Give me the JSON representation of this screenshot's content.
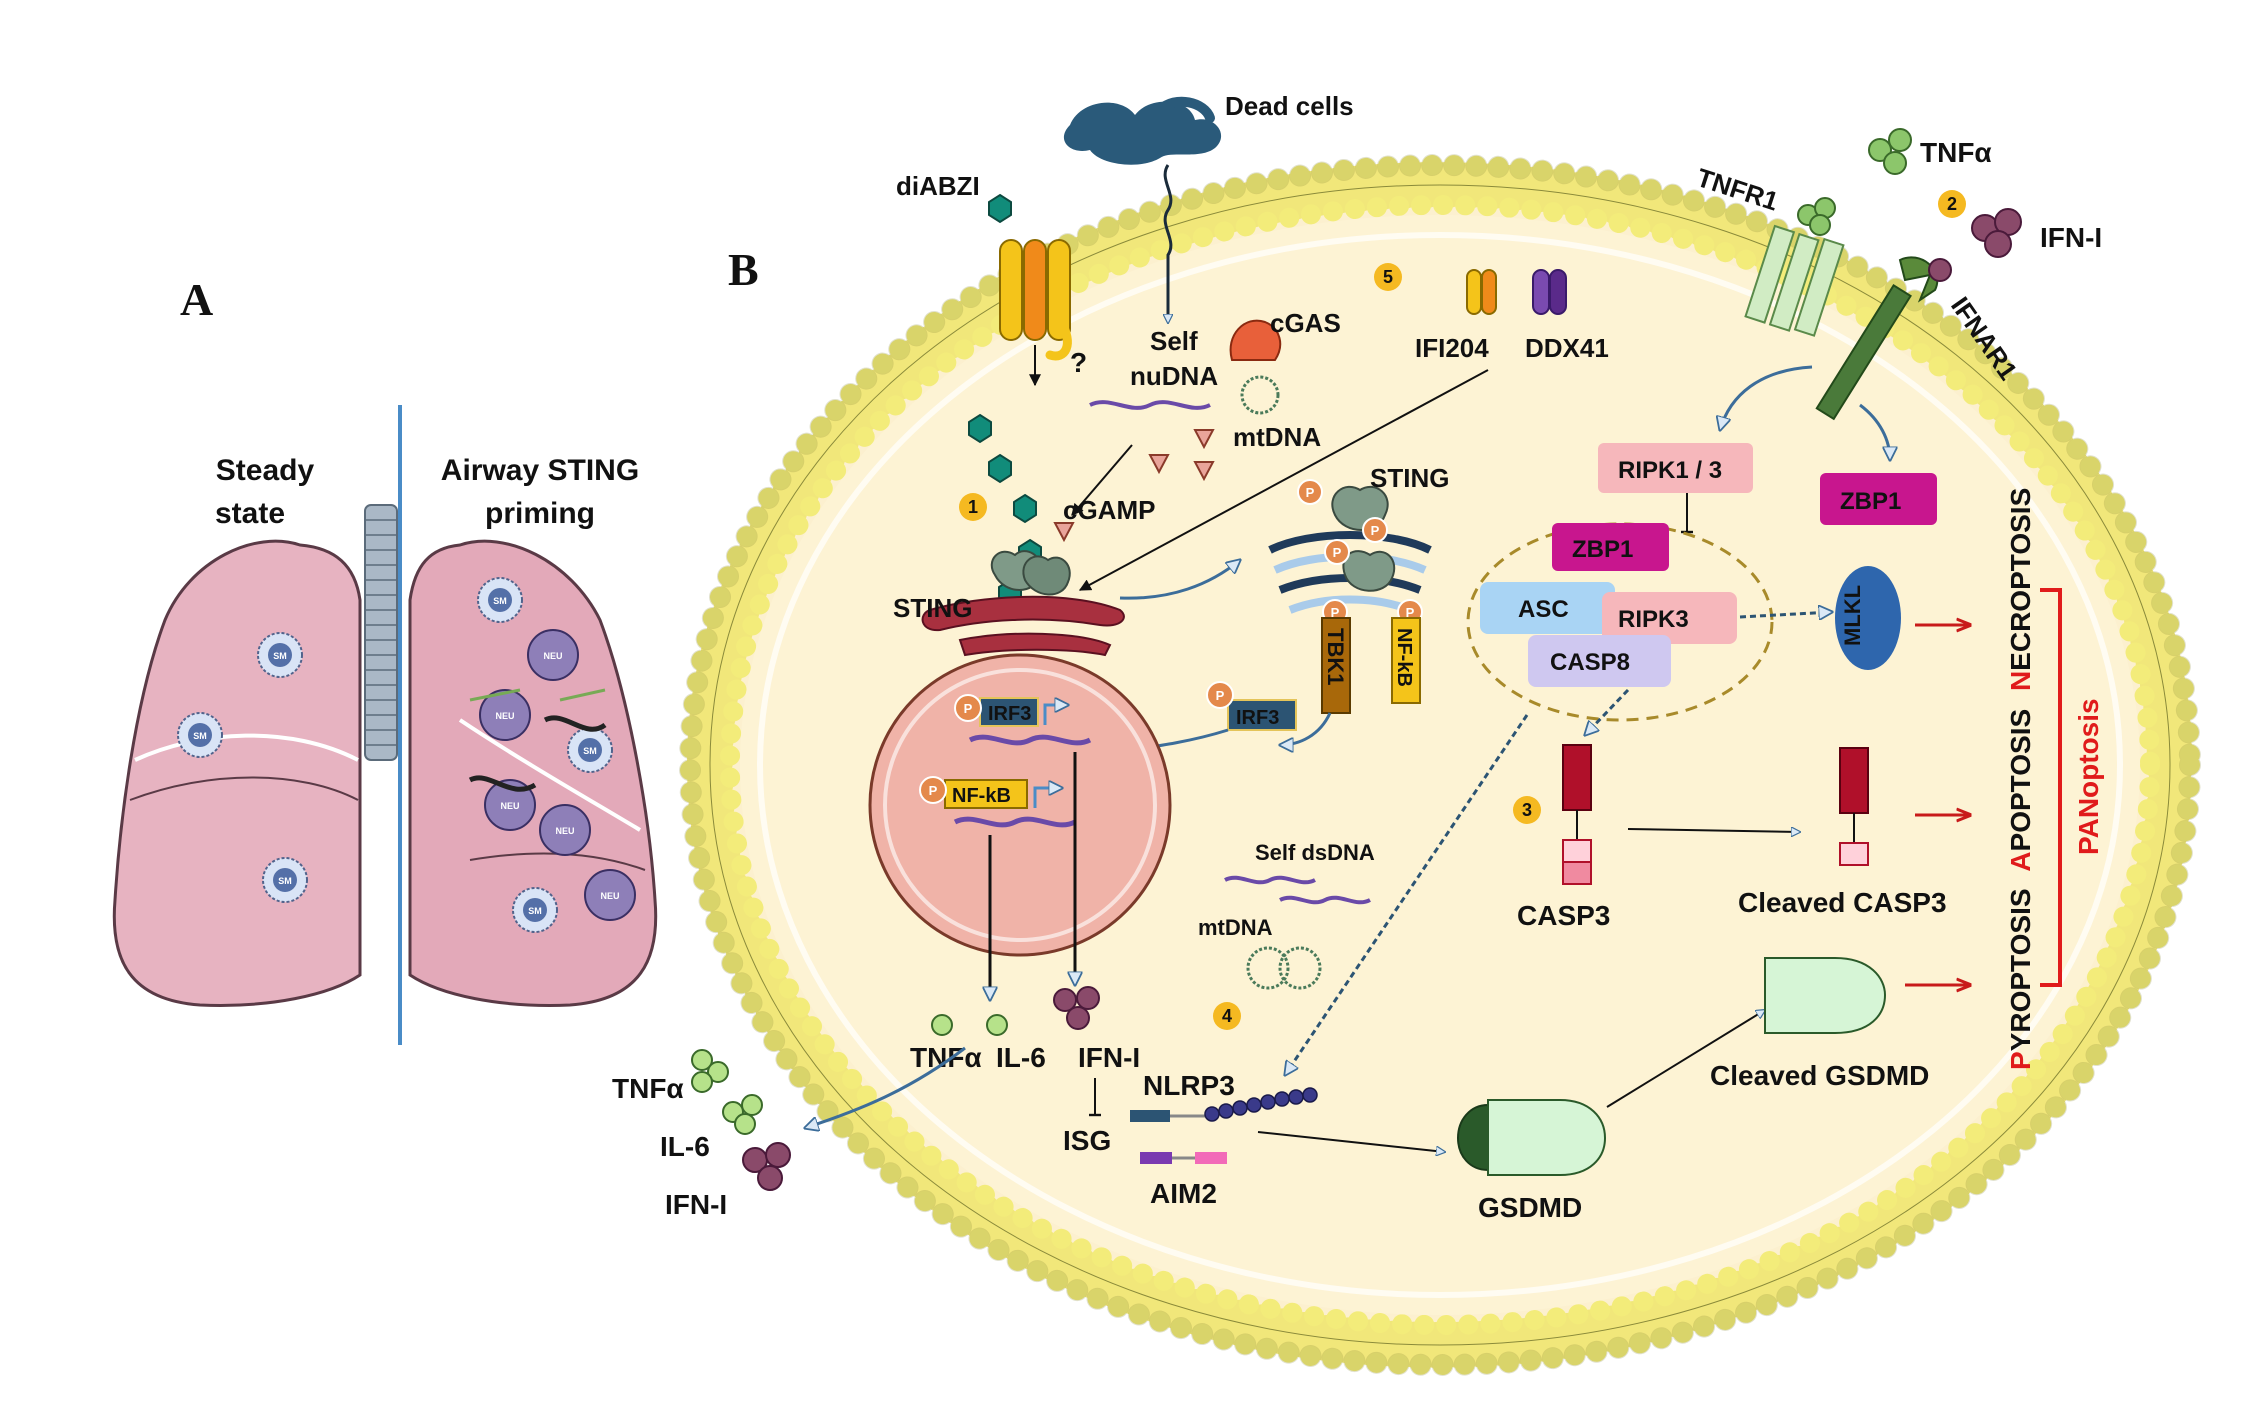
{
  "panels": {
    "a": "A",
    "b": "B"
  },
  "lung": {
    "left_title_1": "Steady",
    "left_title_2": "state",
    "right_title_1": "Airway STING",
    "right_title_2": "priming",
    "sm_label": "SM",
    "neu_label": "NEU"
  },
  "membrane": {
    "dead_cells": "Dead cells",
    "diabzi": "diABZI",
    "question": "?",
    "tnfr1": "TNFR1",
    "ifnar1": "IFNAR1",
    "tnfa_out": "TNFα",
    "ifni_out": "IFN-I"
  },
  "steps": [
    "1",
    "2",
    "3",
    "4",
    "5"
  ],
  "sensors": {
    "self": "Self",
    "nudna": "nuDNA",
    "cgas": "cGAS",
    "mtdna": "mtDNA",
    "cgamp": "cGAMP",
    "ifi204": "IFI204",
    "ddx41": "DDX41",
    "sting_er": "STING",
    "sting_golgi": "STING",
    "tbk1": "TBK1",
    "nfkb_vertical": "NF-kB",
    "p": "P",
    "irf3": "IRF3",
    "nfkb": "NF-kB",
    "self_dsdna": "Self dsDNA",
    "mtdna2": "mtDNA"
  },
  "outputs": {
    "tnfa": "TNFα",
    "il6": "IL-6",
    "ifni": "IFN-I",
    "isg": "ISG",
    "ext_tnfa": "TNFα",
    "ext_il6": "IL-6",
    "ext_ifni": "IFN-I"
  },
  "death": {
    "ripk13": "RIPK1 / 3",
    "zbp1_a": "ZBP1",
    "zbp1_b": "ZBP1",
    "asc": "ASC",
    "ripk3": "RIPK3",
    "casp8": "CASP8",
    "mlkl": "MLKL",
    "casp3": "CASP3",
    "cleaved_casp3": "Cleaved CASP3",
    "nlrp3": "NLRP3",
    "aim2": "AIM2",
    "gsdmd": "GSDMD",
    "cleaved_gsdmd": "Cleaved GSDMD",
    "necroptosis_initial": "N",
    "necroptosis_rest": "ECROPTOSIS",
    "apoptosis_initial": "A",
    "apoptosis_rest": "POPTOSIS",
    "pyroptosis_initial": "P",
    "pyroptosis_rest": "YROPTOSIS",
    "pan_initial": "PAN",
    "pan_rest": "optosis"
  },
  "colors": {
    "membrane_head": "#f3ec7a",
    "cytoplasm": "#fdf3d4",
    "nucleus": "#f0b3a8",
    "sting": "#7f9a88",
    "er": "#a8303f",
    "irf3_box": "#2c5473",
    "p_circle": "#e4894b",
    "ripk": "#f6b7bb",
    "zbp1": "#c8168e",
    "asc": "#a9d4f4",
    "casp8": "#cfc8f0",
    "mlkl": "#2e66ad",
    "casp3": "#b0102a",
    "gsdmd": "#d6f5d6",
    "pan_red": "#e01b1b",
    "step_badge": "#f5b921"
  }
}
